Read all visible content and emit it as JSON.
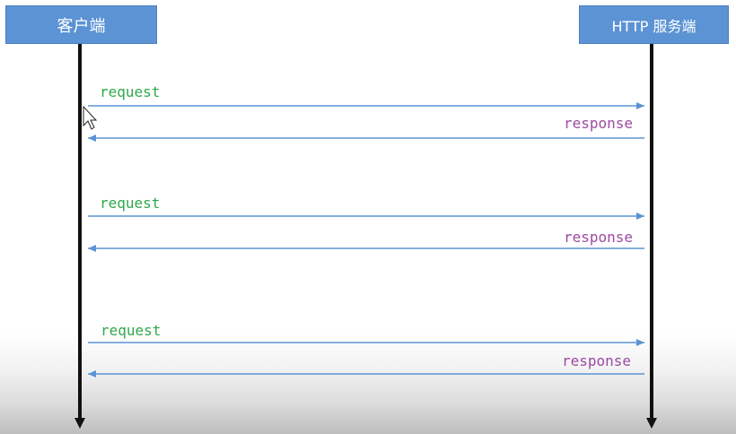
{
  "actors": {
    "client": "客户端",
    "server": "HTTP 服务端"
  },
  "messages": [
    {
      "label": "request",
      "direction": "client-to-server"
    },
    {
      "label": "response",
      "direction": "server-to-client"
    },
    {
      "label": "request",
      "direction": "client-to-server"
    },
    {
      "label": "response",
      "direction": "server-to-client"
    },
    {
      "label": "request",
      "direction": "client-to-server"
    },
    {
      "label": "response",
      "direction": "server-to-client"
    }
  ],
  "colors": {
    "actor_fill": "#5b93d4",
    "arrow": "#5b93d4",
    "lifeline": "#111111",
    "request_text": "#2ea84a",
    "response_text": "#9b4aa3"
  }
}
